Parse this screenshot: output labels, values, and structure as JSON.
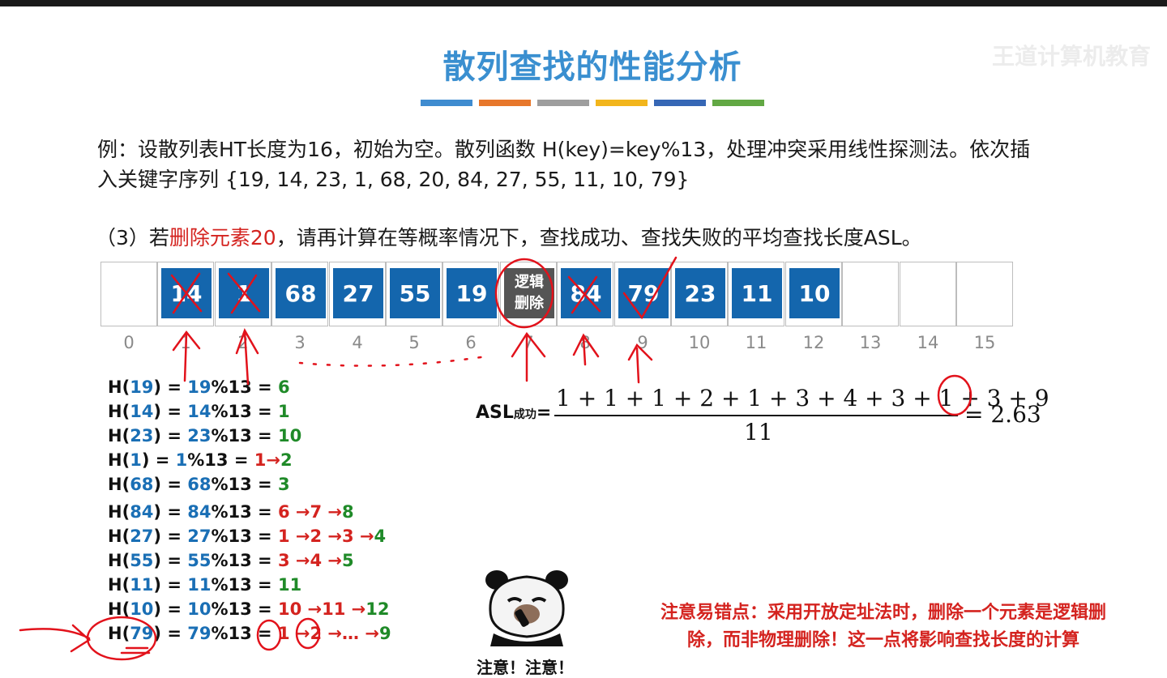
{
  "title": "散列查找的性能分析",
  "watermark": "王道计算机教育",
  "stripe_colors": [
    "#3f8cd0",
    "#e7772b",
    "#9e9e9e",
    "#f2b51c",
    "#3667b5",
    "#62a844"
  ],
  "problem": {
    "line1": "例：设散列表HT长度为16，初始为空。散列函数 H(key)=key%13，处理冲突采用线性探测法。依次插",
    "line2": "入关键字序列 {19, 14, 23, 1, 68, 20, 84, 27, 55, 11, 10, 79}"
  },
  "question": {
    "prefix": "（3）若",
    "highlight": "删除元素20",
    "suffix": "，请再计算在等概率情况下，查找成功、查找失败的平均查找长度ASL。"
  },
  "table": {
    "cells": [
      "",
      "14",
      "1",
      "68",
      "27",
      "55",
      "19",
      "",
      "84",
      "79",
      "23",
      "11",
      "10",
      "",
      "",
      ""
    ],
    "logical_delete_line1": "逻辑",
    "logical_delete_line2": "删除",
    "indices": [
      "0",
      "1",
      "2",
      "3",
      "4",
      "5",
      "6",
      "7",
      "8",
      "9",
      "10",
      "11",
      "12",
      "13",
      "14",
      "15"
    ]
  },
  "hash_rows": [
    {
      "prefix": "H(",
      "key": "19",
      "mid1": ") = ",
      "key2": "19",
      "mid2": "%13 = ",
      "res": "6",
      "chain": ""
    },
    {
      "prefix": "H(",
      "key": "14",
      "mid1": ") = ",
      "key2": "14",
      "mid2": "%13 = ",
      "res": "1",
      "chain": ""
    },
    {
      "prefix": "H(",
      "key": "23",
      "mid1": ") = ",
      "key2": "23",
      "mid2": "%13 = ",
      "res": "10",
      "chain": ""
    },
    {
      "prefix": "H(",
      "key": "1",
      "mid1": ") = ",
      "key2": "1",
      "mid2": "%13 = ",
      "res": "1",
      "chain": "→",
      "last": "2"
    },
    {
      "prefix": "H(",
      "key": "68",
      "mid1": ") = ",
      "key2": "68",
      "mid2": "%13 = ",
      "res": "3",
      "chain": ""
    },
    {
      "prefix": "H(",
      "key": "84",
      "mid1": ") = ",
      "key2": "84",
      "mid2": "%13 = ",
      "res": "6",
      "chain": " →7 →",
      "last": "8"
    },
    {
      "prefix": "H(",
      "key": "27",
      "mid1": ") = ",
      "key2": "27",
      "mid2": "%13 = ",
      "res": "1",
      "chain": " →2 →3 →",
      "last": "4"
    },
    {
      "prefix": "H(",
      "key": "55",
      "mid1": ") = ",
      "key2": "55",
      "mid2": "%13 = ",
      "res": "3",
      "chain": " →4 →",
      "last": "5"
    },
    {
      "prefix": "H(",
      "key": "11",
      "mid1": ") = ",
      "key2": "11",
      "mid2": "%13 = ",
      "res": "11",
      "chain": ""
    },
    {
      "prefix": "H(",
      "key": "10",
      "mid1": ") = ",
      "key2": "10",
      "mid2": "%13 = ",
      "res": "10",
      "chain": " →11 →",
      "last": "12"
    },
    {
      "prefix": "H(",
      "key": "79",
      "mid1": ") = ",
      "key2": "79",
      "mid2": "%13 = ",
      "res": "1",
      "chain": " →2 →… →",
      "last": "9"
    }
  ],
  "asl": {
    "label": "ASL",
    "sub": "成功",
    "eq": "=",
    "numerator": "1 + 1 + 1 + 2 + 1 + 3 + 4 + 3 + 1 + 3 + 9",
    "denominator": "11",
    "result": "= 2.63"
  },
  "meme_caption": "注意！注意！",
  "warning": {
    "line1": "注意易错点：采用开放定址法时，删除一个元素是逻辑删",
    "line2": "除，而非物理删除！这一点将影响查找长度的计算"
  }
}
